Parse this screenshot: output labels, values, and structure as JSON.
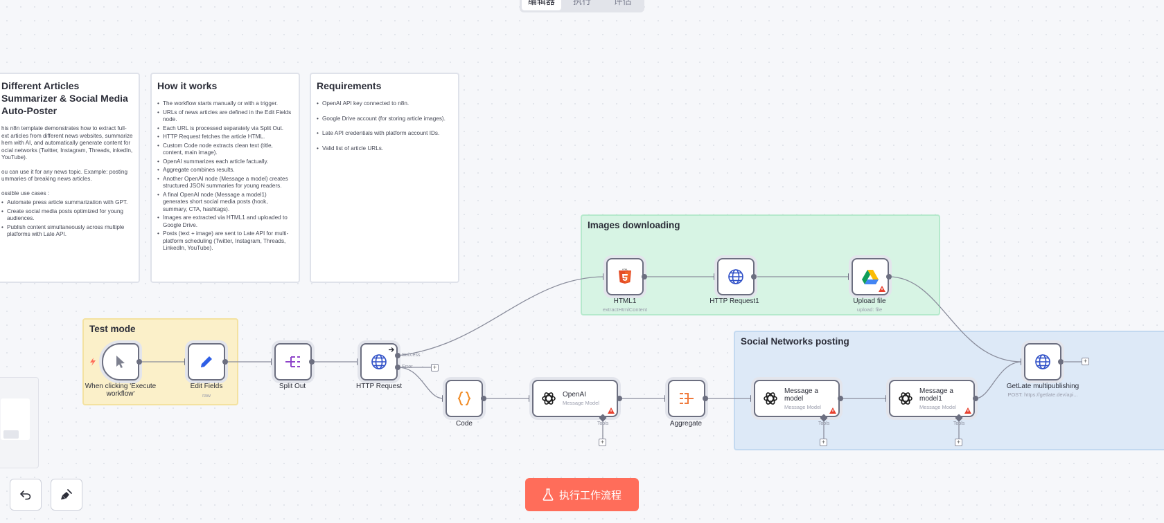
{
  "tabs": [
    {
      "label": "编辑器",
      "active": true
    },
    {
      "label": "执行",
      "active": false
    },
    {
      "label": "评估",
      "active": false
    }
  ],
  "notes": {
    "intro": {
      "title": "Different Articles Summarizer & Social Media Auto-Poster",
      "p1": "his n8n template demonstrates how to extract full-ext articles from different news websites, summarize hem with AI, and automatically generate content for ocial networks (Twitter, Instagram, Threads, inkedIn, YouTube).",
      "p2": "ou can use it for any news topic. Example: posting ummaries of breaking news articles.",
      "p3": "ossible use cases :",
      "items": [
        "Automate press article summarization with GPT.",
        "Create social media posts optimized for young audiences.",
        "Publish content simultaneously across multiple platforms with Late API."
      ]
    },
    "how": {
      "title": "How it works",
      "items": [
        "The workflow starts manually or with a trigger.",
        "URLs of news articles are defined in the Edit Fields node.",
        "Each URL is processed separately via Split Out.",
        "HTTP Request fetches the article HTML.",
        "Custom Code node extracts clean text (title, content, main image).",
        "OpenAI summarizes each article factually.",
        "Aggregate combines results.",
        "Another OpenAI node (Message a model) creates structured JSON summaries for young readers.",
        "A final OpenAI node (Message a model1) generates short social media posts (hook, summary, CTA, hashtags).",
        "Images are extracted via HTML1 and uploaded to Google Drive.",
        "Posts (text + image) are sent to Late API for multi-platform scheduling (Twitter, Instagram, Threads, LinkedIn, YouTube)."
      ]
    },
    "req": {
      "title": "Requirements",
      "items": [
        "OpenAI API key connected to n8n.",
        "Google Drive account (for storing article images).",
        "Late API credentials with platform account IDs.",
        "Valid list of article URLs."
      ]
    }
  },
  "groups": {
    "test": "Test mode",
    "images": "Images downloading",
    "social": "Social Networks posting"
  },
  "nodes": {
    "trigger": {
      "label": "When clicking 'Execute workflow'"
    },
    "edit": {
      "label": "Edit Fields",
      "sub": "raw"
    },
    "split": {
      "label": "Split Out"
    },
    "http": {
      "label": "HTTP Request",
      "success": "Success",
      "error": "Error"
    },
    "code": {
      "label": "Code"
    },
    "openai": {
      "label": "OpenAI",
      "sub": "Message Model",
      "tools": "Tools"
    },
    "aggregate": {
      "label": "Aggregate"
    },
    "msg": {
      "label": "Message a model",
      "sub": "Message Model",
      "tools": "Tools"
    },
    "msg1": {
      "label": "Message a model1",
      "sub": "Message Model",
      "tools": "Tools"
    },
    "html1": {
      "label": "HTML1",
      "sub": "extractHtmlContent"
    },
    "http1": {
      "label": "HTTP Request1"
    },
    "upload": {
      "label": "Upload file",
      "sub": "upload: file"
    },
    "getlate": {
      "label": "GetLate multipublishing",
      "sub": "POST: https://getlate.dev/api..."
    }
  },
  "run_button": {
    "label": "执行工作流程"
  },
  "colors": {
    "accent": "#ff6d5a",
    "test_group": "#fbf0c9",
    "images_group": "#d7f4e4",
    "social_group": "#dde9f7"
  },
  "icons": [
    "cursor-icon",
    "pencil-icon",
    "split-icon",
    "globe-icon",
    "code-braces-icon",
    "openai-icon",
    "aggregate-icon",
    "html5-icon",
    "google-drive-icon",
    "flask-icon",
    "undo-icon",
    "broom-icon",
    "warning-icon",
    "lightning-icon"
  ]
}
